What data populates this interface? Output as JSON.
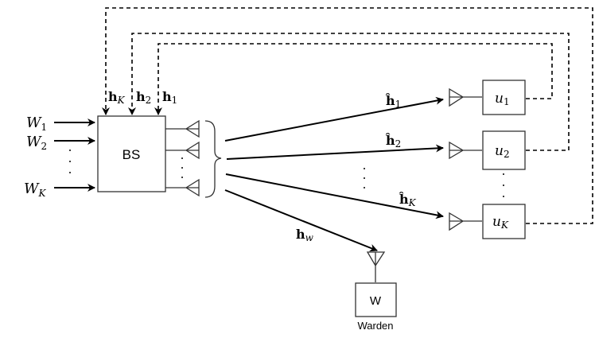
{
  "base_station": {
    "label": "BS"
  },
  "inputs": [
    {
      "sym": "W",
      "sub": "1"
    },
    {
      "sym": "W",
      "sub": "2"
    },
    {
      "sym": "W",
      "sub": "K"
    }
  ],
  "feedback": [
    {
      "sym": "h",
      "sub": "K"
    },
    {
      "sym": "h",
      "sub": "2"
    },
    {
      "sym": "h",
      "sub": "1"
    }
  ],
  "channels": [
    {
      "sym": "ĥ",
      "sub": "1"
    },
    {
      "sym": "ĥ",
      "sub": "2"
    },
    {
      "sym": "ĥ",
      "sub": "K"
    },
    {
      "sym": "h",
      "sub": "w"
    }
  ],
  "users": [
    {
      "sym": "u",
      "sub": "1"
    },
    {
      "sym": "u",
      "sub": "2"
    },
    {
      "sym": "u",
      "sub": "K"
    }
  ],
  "warden": {
    "box_label": "W",
    "caption": "Warden"
  }
}
